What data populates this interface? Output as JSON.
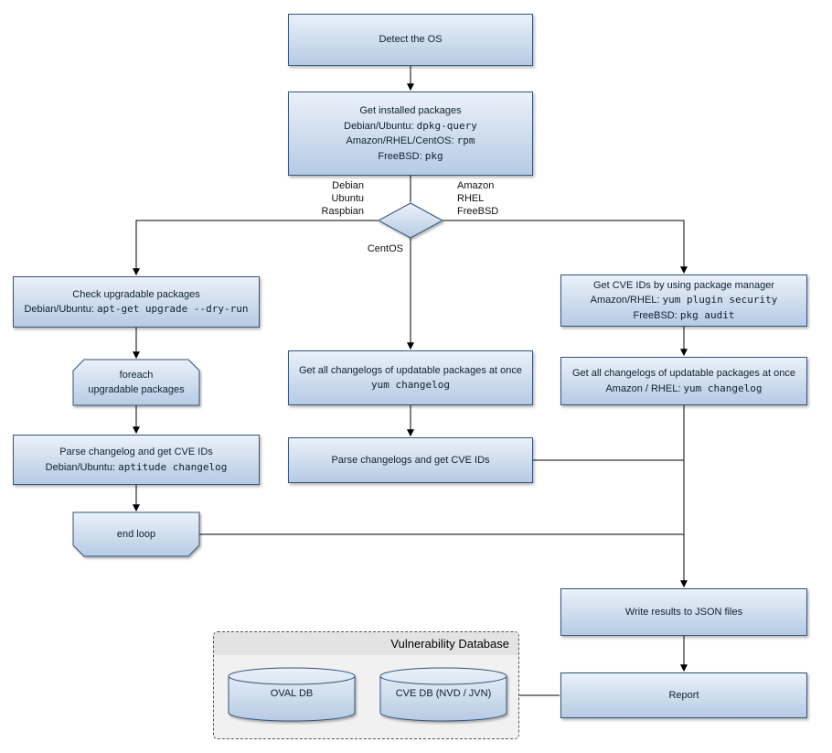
{
  "nodes": {
    "detect_os": {
      "label": "Detect the OS"
    },
    "get_installed": {
      "title": "Get installed packages",
      "rows": [
        {
          "pre": "Debian/Ubuntu: ",
          "cmd": "dpkg-query"
        },
        {
          "pre": "Amazon/RHEL/CentOS: ",
          "cmd": "rpm"
        },
        {
          "pre": "FreeBSD: ",
          "cmd": "pkg"
        }
      ]
    },
    "check_upgradable": {
      "title": "Check upgradable packages",
      "rows": [
        {
          "pre": "Debian/Ubuntu: ",
          "cmd": "apt-get upgrade --dry-run"
        }
      ]
    },
    "foreach_loop": {
      "line1": "foreach",
      "line2": "upgradable packages"
    },
    "parse_changelog_deb": {
      "title": "Parse changelog and get CVE IDs",
      "rows": [
        {
          "pre": "Debian/Ubuntu: ",
          "cmd": "aptitude changelog"
        }
      ]
    },
    "end_loop": {
      "label": "end loop"
    },
    "changelog_centos": {
      "title": "Get all changelogs of updatable packages at once",
      "rows": [
        {
          "pre": "",
          "cmd": "yum changelog"
        }
      ]
    },
    "parse_changelogs_mid": {
      "label": "Parse changelogs and get CVE IDs"
    },
    "get_cve_ids_pkg_mgr": {
      "title": "Get CVE IDs by using package manager",
      "rows": [
        {
          "pre": "Amazon/RHEL: ",
          "cmd": "yum plugin security"
        },
        {
          "pre": "FreeBSD: ",
          "cmd": "pkg audit"
        }
      ]
    },
    "changelog_amazon": {
      "title": "Get all changelogs of updatable packages at once",
      "rows": [
        {
          "pre": "Amazon / RHEL: ",
          "cmd": "yum changelog"
        }
      ]
    },
    "write_json": {
      "label": "Write results to JSON files"
    },
    "report": {
      "label": "Report"
    }
  },
  "branch_labels": {
    "left": [
      "Debian",
      "Ubuntu",
      "Raspbian"
    ],
    "right": [
      "Amazon",
      "RHEL",
      "FreeBSD"
    ],
    "bottom": "CentOS"
  },
  "database_group": {
    "title": "Vulnerability Database",
    "oval_db": "OVAL DB",
    "cve_db": "CVE DB (NVD / JVN)"
  },
  "colors": {
    "node_fill_top": "#eaf1f9",
    "node_fill_bottom": "#b6cbe4",
    "node_border": "#36557a",
    "connector": "#000000",
    "group_bg": "#f1f1f1",
    "group_header_bg": "#e3e3e3"
  }
}
